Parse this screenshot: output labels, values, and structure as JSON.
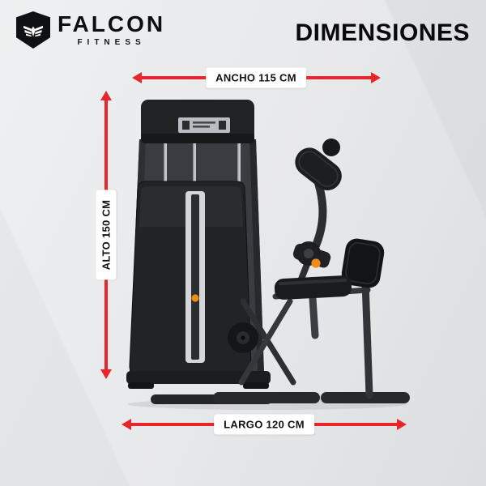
{
  "brand": {
    "name": "FALCON",
    "tagline": "FITNESS"
  },
  "page": {
    "title": "DIMENSIONES"
  },
  "dimensions": {
    "ancho": "ANCHO 115 CM",
    "alto": "ALTO 150 CM",
    "largo": "LARGO 120 CM"
  },
  "colors": {
    "accent_red": "#e62629",
    "logo_black": "#101113",
    "machine_dark": "#212326",
    "selector_orange": "#ef8c17",
    "background_gray": "#e8e9eb"
  }
}
